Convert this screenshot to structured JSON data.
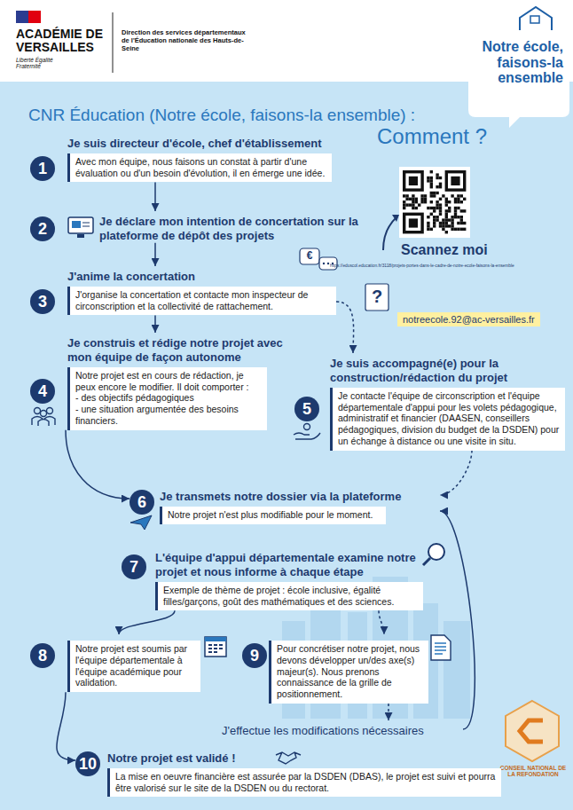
{
  "diagram": {
    "title": "CNR Éducation (Notre école, faisons-la ensemble) :",
    "nodes": [
      {
        "text": [
          "Je suis directeur d'école, chef d'établissement",
          "Avec mon équipe, nous faisons un constat à partir d'une évaluation ou d'un besoin d'évolution, il en émerge une idée."
        ]
      },
      {
        "text": [
          "Je déclare mon intention de concertation sur la plateforme de dépôt des projets"
        ]
      },
      {
        "text": [
          "J'anime la concertation",
          "J'organise la concertation et contacte mon inspecteur de circonscription et la collectivité de rattachement."
        ]
      },
      {
        "text": [
          "Je construis et rédige notre projet avec mon équipe de façon autonome",
          "Notre projet est en cours de rédaction, je peux encore le modifier. Il doit comporter :",
          "- des objectifs pédagogiques",
          "- une situation argumentée des besoins financiers."
        ]
      },
      {
        "text": [
          "Je suis accompagné(e) pour la construction/rédaction du projet",
          "Je contacte l'équipe de circonscription et l'équipe départementale d'appui pour les volets pédagogique, administratif et financier (DAASEN, conseillers pédagogiques, division du budget de la DSDEN) pour un échange à distance ou une visite in situ."
        ]
      },
      {
        "text": [
          "Je transmets notre dossier via la plateforme",
          "Notre projet n'est plus modifiable pour le moment."
        ]
      },
      {
        "text": [
          "L'équipe d'appui départementale examine notre projet et nous informe à chaque étape",
          "Exemple de thème de projet : école inclusive, égalité filles/garçons, goût des mathématiques et des sciences."
        ]
      },
      {
        "text": [
          "Notre projet est soumis par l'équipe départementale à l'équipe académique pour validation."
        ]
      },
      {
        "text": [
          "Pour concrétiser notre projet, nous devons développer un/des axe(s) majeur(s). Nous prenons connaissance de la grille de positionnement."
        ]
      },
      {
        "text": [
          "J'effectue les modifications nécessaires"
        ]
      },
      {
        "text": [
          "Notre projet est validé !",
          "La mise en oeuvre financière est assurée par la DSDEN (DBAS), le projet est suivi et pourra être valorisé sur le site de la DSDEN ou du rectorat."
        ]
      }
    ],
    "edges": [
      {
        "from": 0,
        "to": 1,
        "arrow": "to"
      },
      {
        "from": 1,
        "to": 2,
        "arrow": "to"
      },
      {
        "from": 2,
        "to": 3,
        "arrow": "to"
      },
      {
        "from": 2,
        "to": 4,
        "arrow": "to"
      },
      {
        "from": 3,
        "to": 5,
        "arrow": "to"
      },
      {
        "from": 4,
        "to": 5,
        "arrow": "to"
      },
      {
        "from": 6,
        "to": 7,
        "arrow": "to"
      },
      {
        "from": 6,
        "to": 8,
        "arrow": "to"
      },
      {
        "from": 8,
        "to": 9,
        "arrow": "to"
      },
      {
        "from": 9,
        "to": 5,
        "arrow": "to"
      },
      {
        "from": 7,
        "to": 10,
        "arrow": "to"
      }
    ],
    "labels": [
      "ACADÉMIE DE VERSAILLES",
      "Liberté Égalité Fraternité",
      "Direction des services départementaux de l'Éducation nationale des Hauts-de-Seine",
      "Notre école, faisons-la ensemble",
      "Comment ?",
      "Scannez moi",
      "https://eduscol.education.fr/3118/projets-portes-dans-le-cadre-de-notre-ecole-faisons-la-ensemble",
      "notreecole.92@ac-versailles.fr",
      "€",
      "?",
      "1",
      "2",
      "3",
      "4",
      "5",
      "6",
      "7",
      "8",
      "9",
      "10",
      "CONSEIL NATIONAL DE LA REFONDATION"
    ]
  }
}
